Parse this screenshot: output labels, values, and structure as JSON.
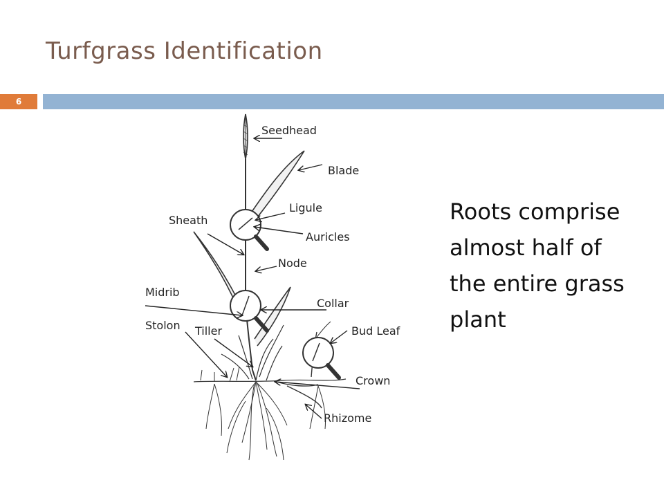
{
  "header": {
    "title": "Turfgrass Identification",
    "slide_number": "6"
  },
  "diagram": {
    "labels": {
      "seedhead": "Seedhead",
      "blade": "Blade",
      "ligule": "Ligule",
      "sheath": "Sheath",
      "auricles": "Auricles",
      "node": "Node",
      "midrib": "Midrib",
      "collar": "Collar",
      "stolon": "Stolon",
      "tiller": "Tiller",
      "bud_leaf": "Bud Leaf",
      "crown": "Crown",
      "rhizome": "Rhizome"
    }
  },
  "side_note": {
    "lines": [
      "Roots comprise",
      "almost half of",
      "the entire grass",
      "plant"
    ]
  },
  "colors": {
    "title": "#7a5c4e",
    "number_badge": "#e07b39",
    "accent_bar": "#93b3d3"
  }
}
